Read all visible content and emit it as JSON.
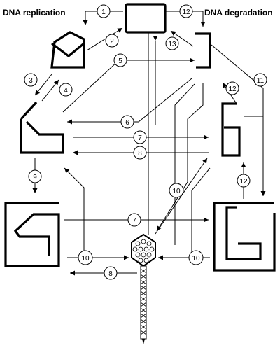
{
  "titles": {
    "left": "DNA replication",
    "right": "DNA degradation"
  },
  "steps": {
    "s1": "1",
    "s2": "2",
    "s3": "3",
    "s4": "4",
    "s5": "5",
    "s6": "6",
    "s7a": "7",
    "s7b": "7",
    "s8a": "8",
    "s8b": "8",
    "s9": "9",
    "s10a": "10",
    "s10b": "10",
    "s10c": "10",
    "s11": "11",
    "s12a": "12",
    "s12b": "12",
    "s12c": "12",
    "s13": "13"
  }
}
